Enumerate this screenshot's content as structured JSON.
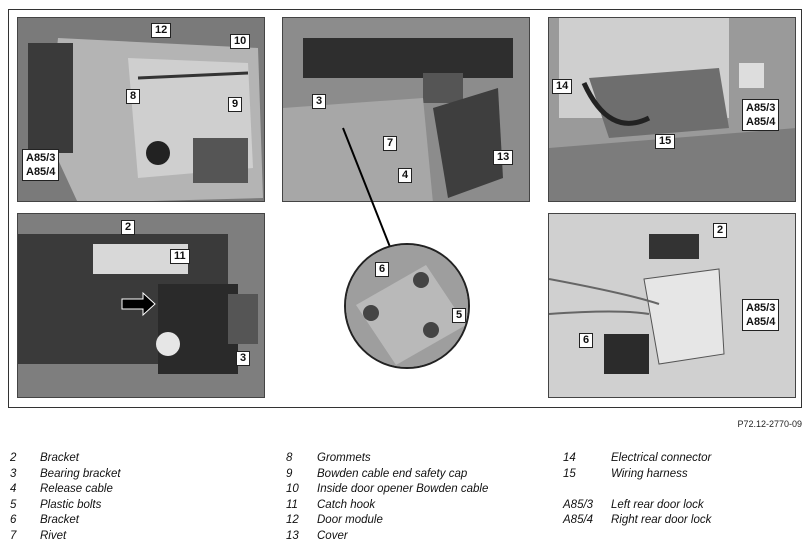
{
  "figure_ref": "P72.12-2770-09",
  "callouts": {
    "p1_12": "12",
    "p1_10": "10",
    "p1_8": "8",
    "p1_9": "9",
    "p1_a85_line1": "A85/3",
    "p1_a85_line2": "A85/4",
    "p2_3": "3",
    "p2_7": "7",
    "p2_4": "4",
    "p2_13": "13",
    "p3_14": "14",
    "p3_15": "15",
    "p3_a85_line1": "A85/3",
    "p3_a85_line2": "A85/4",
    "p4_2": "2",
    "p4_11": "11",
    "p4_3": "3",
    "zoom_6": "6",
    "zoom_5": "5",
    "p6_2": "2",
    "p6_6": "6",
    "p6_a85_line1": "A85/3",
    "p6_a85_line2": "A85/4"
  },
  "legend": {
    "col1": [
      {
        "num": "2",
        "text": "Bracket"
      },
      {
        "num": "3",
        "text": "Bearing bracket"
      },
      {
        "num": "4",
        "text": "Release cable"
      },
      {
        "num": "5",
        "text": "Plastic bolts"
      },
      {
        "num": "6",
        "text": "Bracket"
      },
      {
        "num": "7",
        "text": "Rivet"
      }
    ],
    "col2": [
      {
        "num": "8",
        "text": "Grommets"
      },
      {
        "num": "9",
        "text": "Bowden cable end safety cap"
      },
      {
        "num": "10",
        "text": "Inside door opener Bowden cable"
      },
      {
        "num": "11",
        "text": "Catch hook"
      },
      {
        "num": "12",
        "text": "Door module"
      },
      {
        "num": "13",
        "text": "Cover"
      }
    ],
    "col3": [
      {
        "num": "14",
        "text": "Electrical connector"
      },
      {
        "num": "15",
        "text": "Wiring harness"
      },
      {
        "num": "",
        "text": ""
      },
      {
        "num": "A85/3",
        "text": "Left rear door lock"
      },
      {
        "num": "A85/4",
        "text": "Right rear door lock"
      }
    ]
  }
}
